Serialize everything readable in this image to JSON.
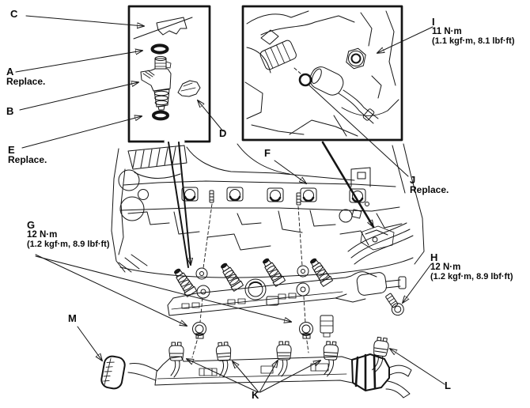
{
  "figure": {
    "kind": "service-manual exploded diagram",
    "subject": "fuel rail, injectors, fuel feed line and injector harness",
    "background_color": "#ffffff",
    "ink_color": "#141414"
  },
  "callouts": {
    "a": {
      "letter": "A",
      "note": "Replace."
    },
    "b": {
      "letter": "B"
    },
    "c": {
      "letter": "C"
    },
    "d": {
      "letter": "D"
    },
    "e": {
      "letter": "E",
      "note": "Replace."
    },
    "f": {
      "letter": "F"
    },
    "g": {
      "letter": "G",
      "torque": "12 N·m",
      "torque_alt": "(1.2 kgf·m, 8.9 lbf·ft)"
    },
    "h": {
      "letter": "H",
      "torque": "12 N·m",
      "torque_alt": "(1.2 kgf·m, 8.9 lbf·ft)"
    },
    "i": {
      "letter": "I",
      "torque": "11 N·m",
      "torque_alt": "(1.1 kgf·m, 8.1 lbf·ft)"
    },
    "j": {
      "letter": "J",
      "note": "Replace."
    },
    "k": {
      "letter": "K"
    },
    "l": {
      "letter": "L"
    },
    "m": {
      "letter": "M"
    }
  }
}
